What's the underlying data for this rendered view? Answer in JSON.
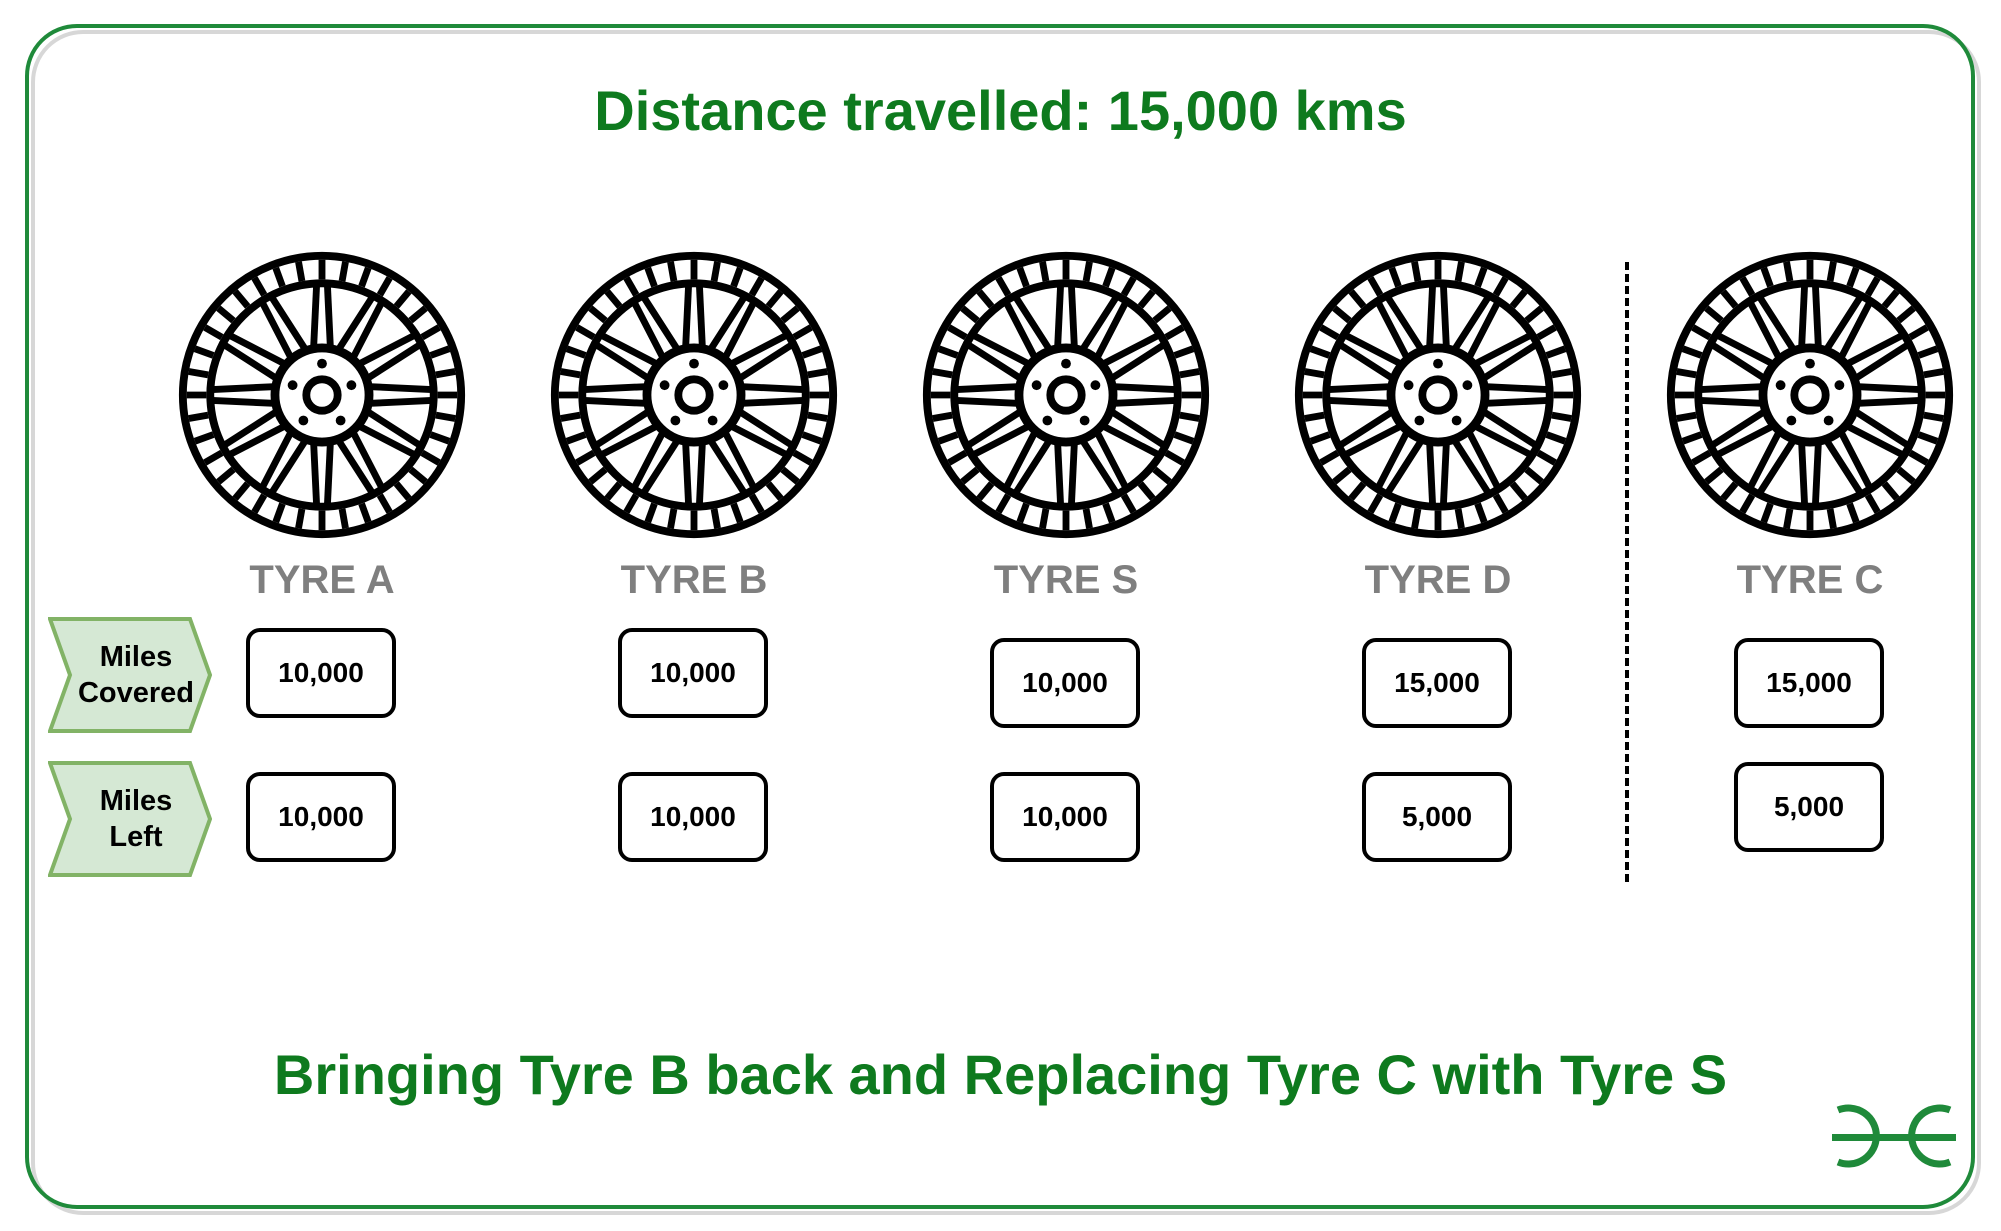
{
  "title": "Distance travelled: 15,000 kms",
  "subtitle": "Bringing Tyre B back and Replacing Tyre C with Tyre S",
  "row_labels": {
    "covered_line1": "Miles",
    "covered_line2": "Covered",
    "left_line1": "Miles",
    "left_line2": "Left"
  },
  "tyres": [
    {
      "label": "TYRE A",
      "covered": "10,000",
      "left": "10,000"
    },
    {
      "label": "TYRE B",
      "covered": "10,000",
      "left": "10,000"
    },
    {
      "label": "TYRE S",
      "covered": "10,000",
      "left": "10,000"
    },
    {
      "label": "TYRE D",
      "covered": "15,000",
      "left": "5,000"
    },
    {
      "label": "TYRE C",
      "covered": "15,000",
      "left": "5,000"
    }
  ],
  "colors": {
    "title": "#0e7a1e",
    "frame": "#1f8a3a",
    "tyre_label": "#7f7f7f",
    "row_label_fill": "#d5e8d4",
    "row_label_stroke": "#82b366"
  },
  "logo": "GfG"
}
